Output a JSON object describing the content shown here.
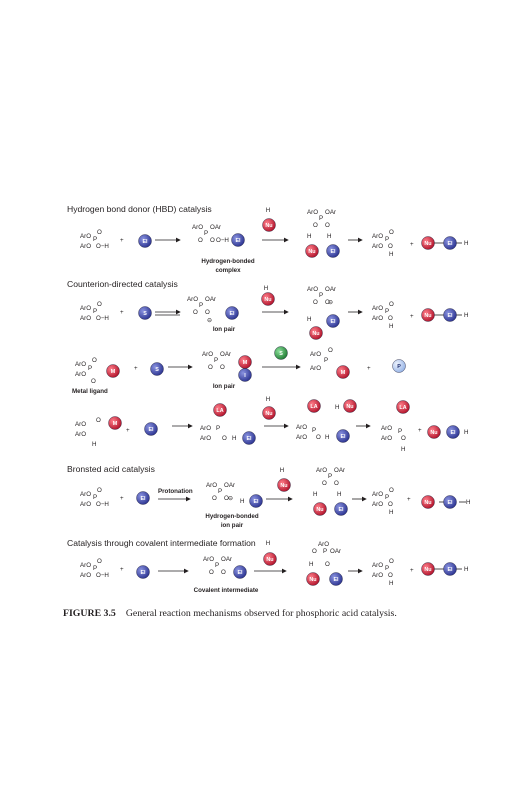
{
  "sections": [
    {
      "id": "hbd",
      "title": "Hydrogen bond donor (HBD) catalysis",
      "intermediate_label": "Hydrogen-bonded complex"
    },
    {
      "id": "counterion",
      "title": "Counterion-directed catalysis",
      "intermediate_label": "Ion pair"
    },
    {
      "id": "metal",
      "title": "",
      "reactant_label": "Metal ligand",
      "intermediate_label": "Ion pair"
    },
    {
      "id": "lewis",
      "title": ""
    },
    {
      "id": "bronsted",
      "title": "Bronsted acid catalysis",
      "step_label": "Protonation",
      "intermediate_label": "Hydrogen-bonded ion pair"
    },
    {
      "id": "covalent",
      "title": "Catalysis through covalent intermediate formation",
      "intermediate_label": "Covalent intermediate"
    }
  ],
  "balls": {
    "El": {
      "text": "El",
      "color": "#3b44a8"
    },
    "Nu": {
      "text": "Nu",
      "color": "#d7263d"
    },
    "S": {
      "text": "S",
      "color": "#3b44a8"
    },
    "S_green": {
      "text": "S",
      "color": "#2e9e44"
    },
    "M": {
      "text": "M",
      "color": "#d7263d"
    },
    "I": {
      "text": "I",
      "color": "#3b44a8"
    },
    "P": {
      "text": "P",
      "color": "#a9c4ee"
    },
    "LA": {
      "text": "LA",
      "color": "#d7263d"
    }
  },
  "chem": {
    "ArO": "ArO",
    "OAr": "OAr",
    "P": "P",
    "O": "O",
    "H": "H",
    "plus": "+",
    "OH": "O−H",
    "minus": "⊖"
  },
  "caption": {
    "number": "FIGURE 3.5",
    "text": "General reaction mechanisms observed for phosphoric acid catalysis."
  }
}
